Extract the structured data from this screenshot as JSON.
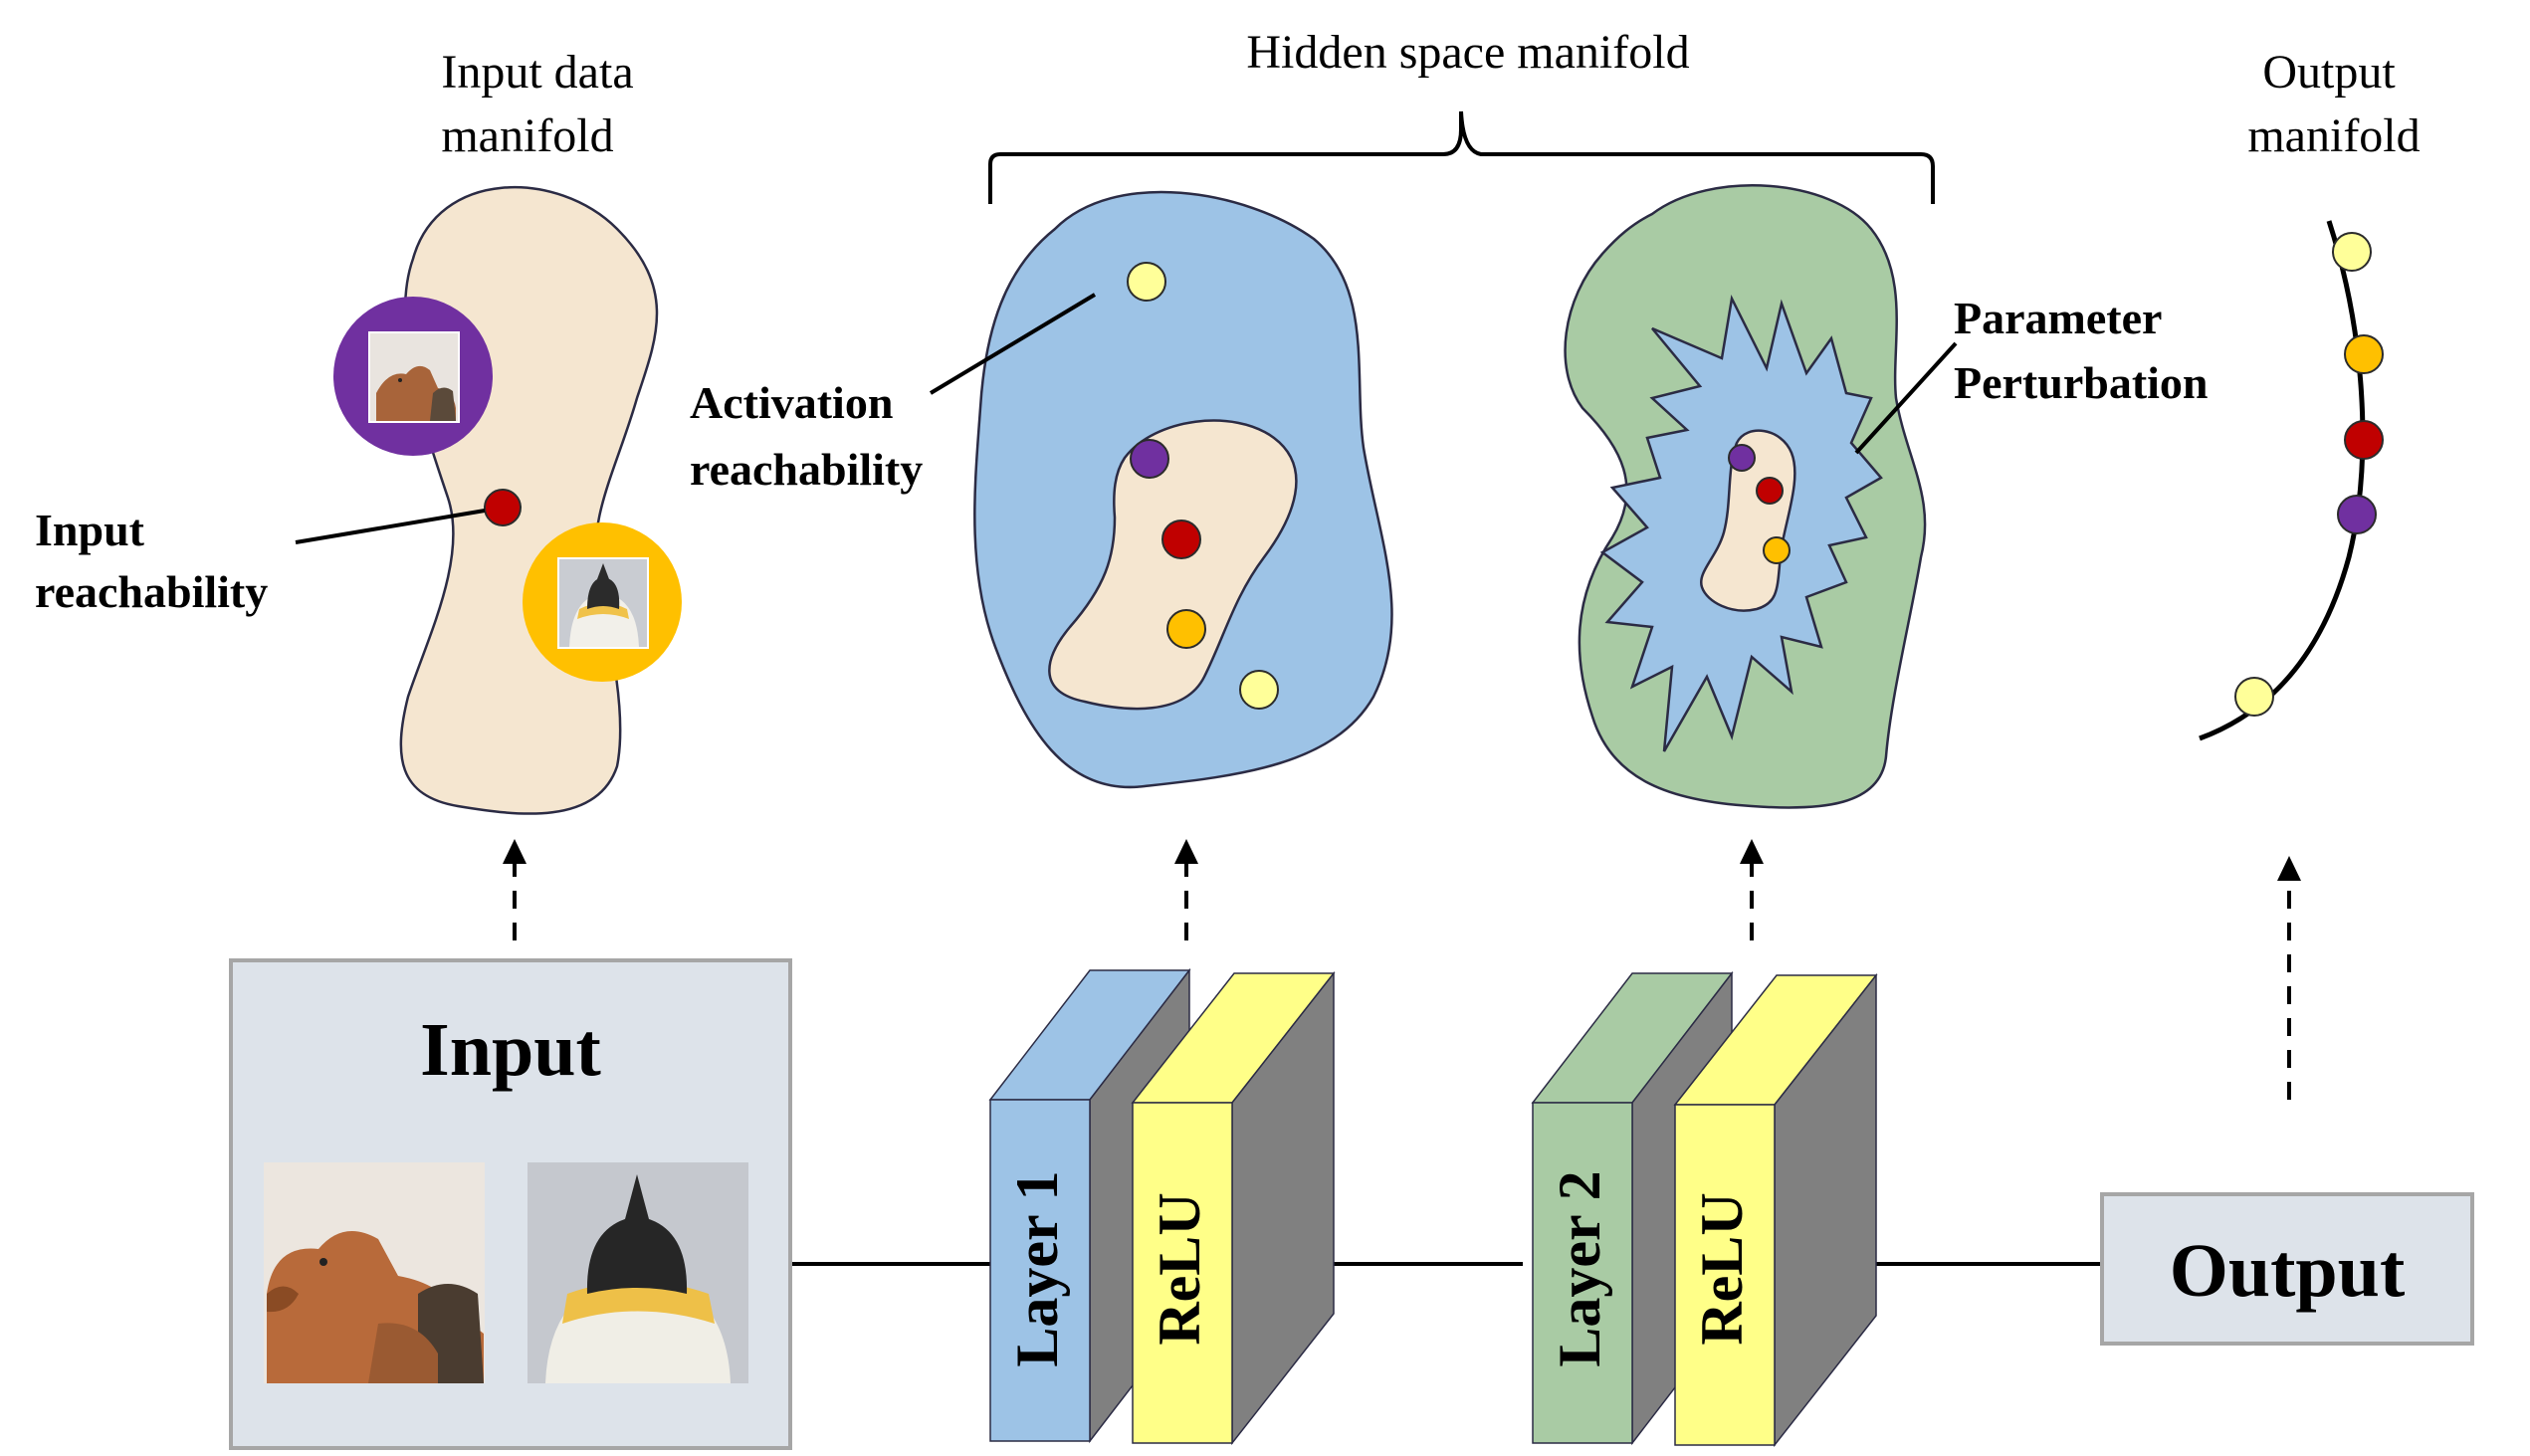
{
  "labels": {
    "input_manifold_line1": "Input data",
    "input_manifold_line2": "manifold",
    "hidden_manifold": "Hidden space manifold",
    "output_manifold_line1": "Output",
    "output_manifold_line2": "manifold",
    "input_reachability_line1": "Input",
    "input_reachability_line2": "reachability",
    "activation_reachability_line1": "Activation",
    "activation_reachability_line2": "reachability",
    "parameter_perturbation_line1": "Parameter",
    "parameter_perturbation_line2": "Perturbation"
  },
  "blocks": {
    "input": "Input",
    "layer1": "Layer 1",
    "relu1": "ReLU",
    "layer2": "Layer 2",
    "relu2": "ReLU",
    "output": "Output"
  },
  "colors": {
    "beige": "#f5e6d0",
    "blue": "#9dc3e6",
    "green": "#a9cba4",
    "yellow": "#ffff88",
    "pale_yellow": "#ffff99",
    "orange": "#ffc000",
    "red": "#c00000",
    "purple": "#7030a0",
    "gray": "#808080",
    "input_box": "#dde3ea",
    "output_box": "#dde3ea"
  },
  "images": {
    "camel": "camel-photo",
    "penguin": "penguin-photo"
  }
}
